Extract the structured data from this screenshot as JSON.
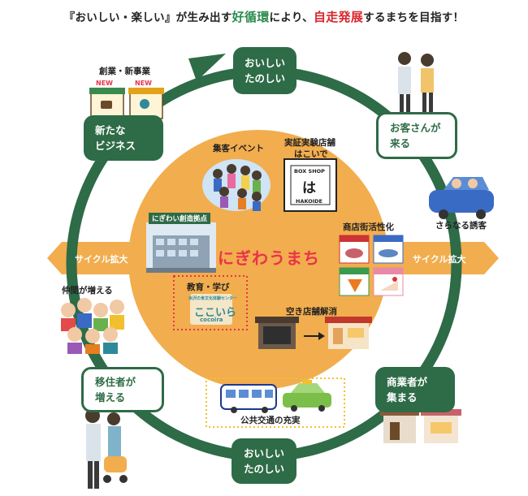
{
  "headline": {
    "part1": "『おいしい・楽しい』が生み出す",
    "highlight1": "好循環",
    "part2": "により、",
    "highlight2": "自走発展",
    "part3": "するまちを目指す！"
  },
  "cycle_nodes": {
    "top": [
      "おいしい",
      "たのしい"
    ],
    "customers": [
      "お客さんが",
      "来る"
    ],
    "merchants": [
      "商業者が",
      "集まる"
    ],
    "bottom": [
      "おいしい",
      "たのしい"
    ],
    "residents": [
      "移住者が",
      "増える"
    ],
    "business": [
      "新たな",
      "ビジネス"
    ]
  },
  "side_arrows": {
    "left": "サイクル拡大",
    "right": "サイクル拡大"
  },
  "outer_labels": {
    "startup": "創業・新事業",
    "new1": "NEW",
    "new2": "NEW",
    "more_visitors": "さらなる誘客",
    "more_friends": "仲間が増える"
  },
  "center": {
    "title": "にぎわうまち",
    "event": "集客イベント",
    "demo_store": [
      "実証実験店舗",
      "はこいで"
    ],
    "box_shop": {
      "top": "BOX SHOP",
      "char": "は",
      "bottom": "HAKOIDE"
    },
    "hub_tag": "にぎわい創造拠点",
    "shopping_street": "商店街活性化",
    "education": "教育・学び",
    "cocoira_top": "米沢の食文化体験センター",
    "cocoira": "ここいら",
    "cocoira_en": "cocoira",
    "vacant": "空き店舗解消",
    "transit": "公共交通の充実"
  },
  "colors": {
    "ring": "#2e6b47",
    "center": "#f2ad4e",
    "accent_green": "#2d8a4e",
    "accent_red": "#d9262c",
    "hub_pink": "#e8334a"
  }
}
